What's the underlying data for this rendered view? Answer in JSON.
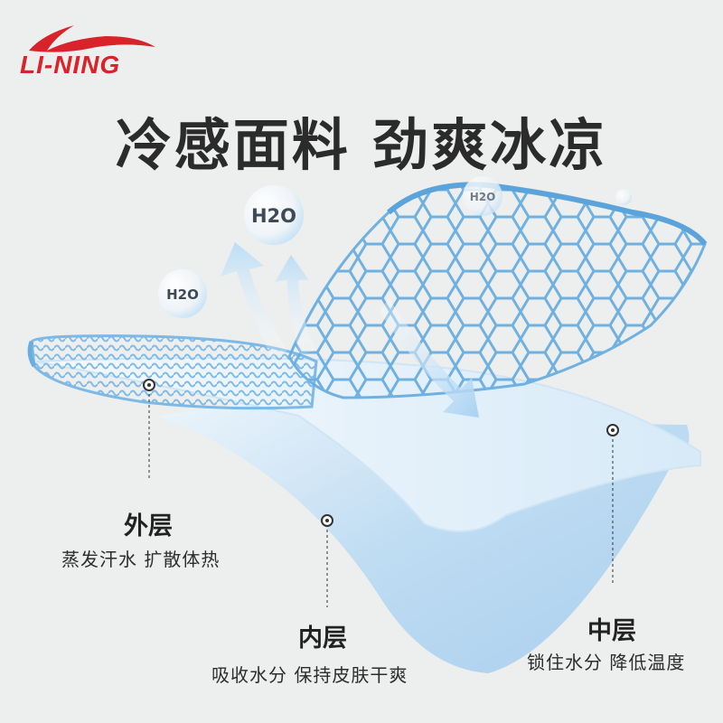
{
  "brand": {
    "name": "LI-NING",
    "color": "#d8232a"
  },
  "headline": "冷感面料 劲爽冰凉",
  "bubbles": [
    {
      "label": "H2O"
    },
    {
      "label": "H2O"
    },
    {
      "label": "H2O"
    }
  ],
  "layers": {
    "outer": {
      "title": "外层",
      "desc": "蒸发汗水 扩散体热"
    },
    "inner": {
      "title": "内层",
      "desc": "吸收水分 保持皮肤干爽"
    },
    "middle": {
      "title": "中层",
      "desc": "锁住水分 降低温度"
    }
  },
  "colors": {
    "background": "#edeeee",
    "fabric_light": "#dcedf8",
    "fabric_mid": "#bcdcf2",
    "mesh": "#6fb3e3",
    "text": "#222222"
  }
}
